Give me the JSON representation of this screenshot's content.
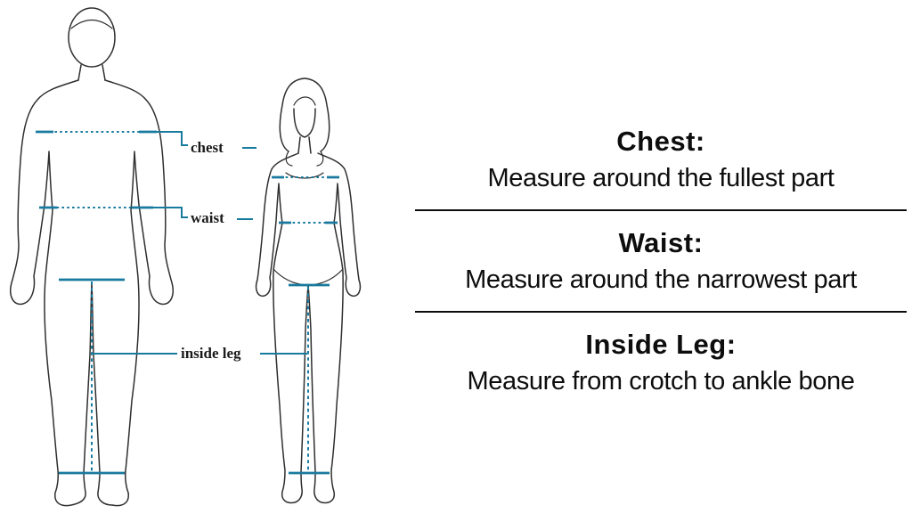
{
  "colors": {
    "accent": "#187a9e",
    "outline": "#2f2f2f",
    "text": "#0d0d0d",
    "background": "#ffffff"
  },
  "diagram": {
    "figures": [
      {
        "name": "male-outline"
      },
      {
        "name": "female-outline"
      }
    ],
    "labels": {
      "chest": "chest",
      "waist": "waist",
      "inside_leg": "inside leg"
    }
  },
  "guide": {
    "sections": [
      {
        "title": "Chest:",
        "description": "Measure around the fullest part"
      },
      {
        "title": "Waist:",
        "description": "Measure around the narrowest part"
      },
      {
        "title": "Inside Leg:",
        "description": "Measure from crotch to ankle bone"
      }
    ]
  }
}
